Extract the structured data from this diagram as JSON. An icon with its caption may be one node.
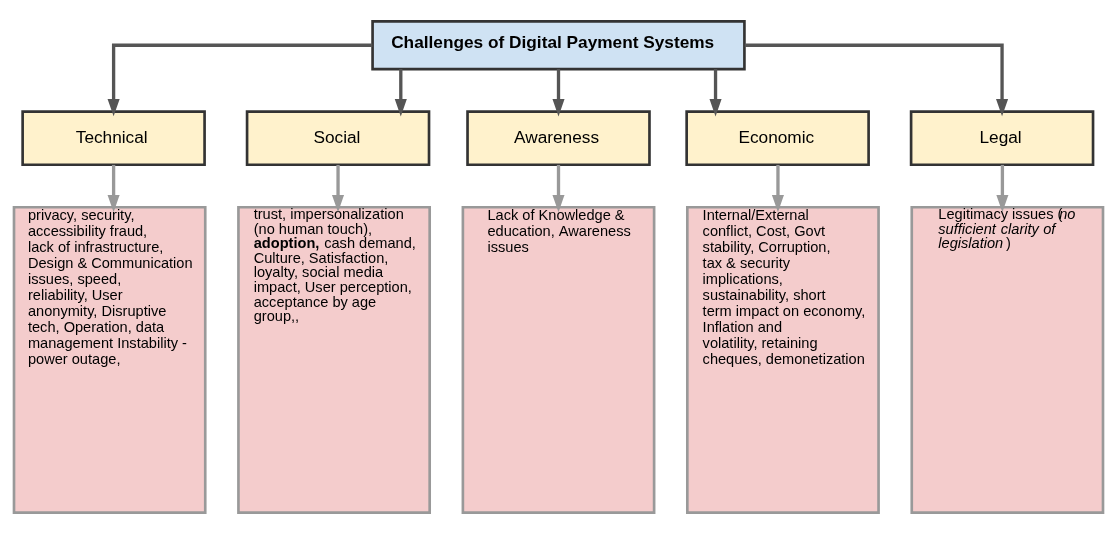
{
  "diagram": {
    "nodes": [
      {
        "text": [
          "Challenges of Digital Payment Systems"
        ]
      },
      {
        "text": [
          "Technical"
        ]
      },
      {
        "text": [
          "Social"
        ]
      },
      {
        "text": [
          "Awareness"
        ]
      },
      {
        "text": [
          "Economic"
        ]
      },
      {
        "text": [
          "Legal"
        ]
      },
      {
        "text": [
          "privacy, security, accessibility fraud, lack of infrastructure, Design & Communication issues, speed, reliability, User anonymity, Disruptive tech, Operation, data management Instability - power outage,"
        ]
      },
      {
        "text": [
          "trust, impersonalization (no human touch), **adoption,** cash demand, Culture, Satisfaction, loyalty, social media impact, User perception, acceptance by age group,,"
        ]
      },
      {
        "text": [
          "Lack of Knowledge & education, Awareness issues"
        ]
      },
      {
        "text": [
          "Internal/External conflict, Cost, Govt stability, Corruption, tax & security implications, sustainability, short term impact on economy, Inflation and volatility, retaining cheques, demonetization"
        ]
      },
      {
        "text": [
          "Legitimacy issues (*no sufficient clarity of legislation* )"
        ]
      }
    ],
    "edges": [
      {
        "from": 0,
        "to": 1,
        "arrow": "to"
      },
      {
        "from": 0,
        "to": 2,
        "arrow": "to"
      },
      {
        "from": 0,
        "to": 3,
        "arrow": "to"
      },
      {
        "from": 0,
        "to": 4,
        "arrow": "to"
      },
      {
        "from": 0,
        "to": 5,
        "arrow": "to"
      },
      {
        "from": 1,
        "to": 6,
        "arrow": "to",
        "color": "#999999"
      },
      {
        "from": 2,
        "to": 7,
        "arrow": "to",
        "color": "#999999"
      },
      {
        "from": 3,
        "to": 8,
        "arrow": "to",
        "color": "#999999"
      },
      {
        "from": 4,
        "to": 9,
        "arrow": "to",
        "color": "#999999"
      },
      {
        "from": 5,
        "to": 10,
        "arrow": "to",
        "color": "#999999"
      }
    ]
  }
}
